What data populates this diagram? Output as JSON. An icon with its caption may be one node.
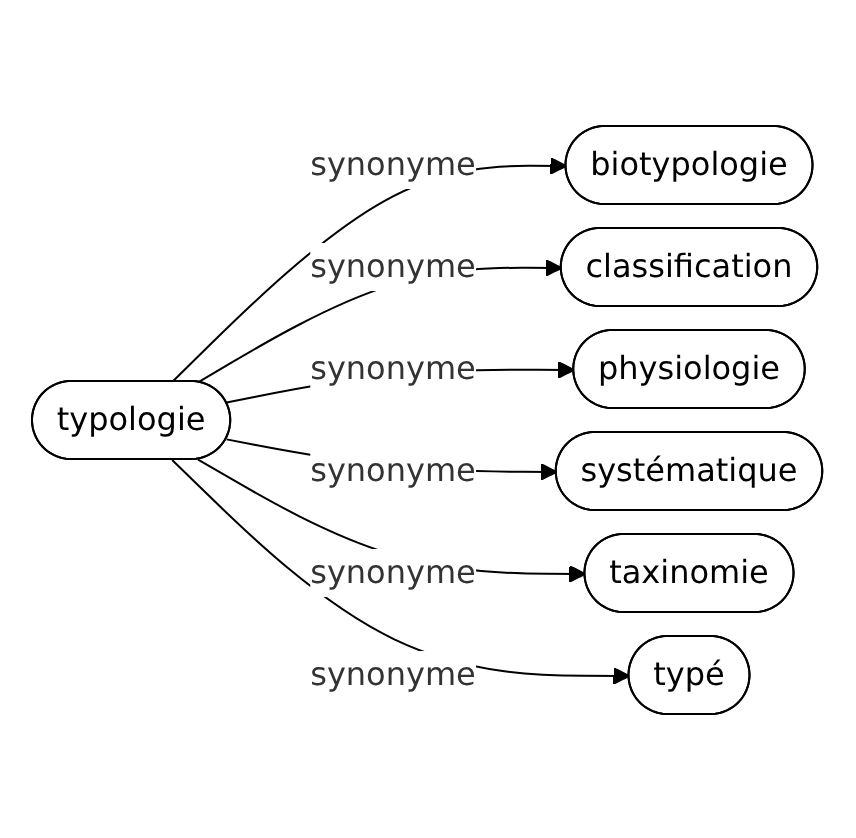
{
  "diagram": {
    "nodes": [
      {
        "text": [
          "typologie"
        ]
      },
      {
        "text": [
          "biotypologie"
        ]
      },
      {
        "text": [
          "classification"
        ]
      },
      {
        "text": [
          "physiologie"
        ]
      },
      {
        "text": [
          "systématique"
        ]
      },
      {
        "text": [
          "taxinomie"
        ]
      },
      {
        "text": [
          "typé"
        ]
      }
    ],
    "edges": [
      {
        "from": 0,
        "to": 1,
        "arrow": "to",
        "label": "synonyme"
      },
      {
        "from": 0,
        "to": 2,
        "arrow": "to",
        "label": "synonyme"
      },
      {
        "from": 0,
        "to": 3,
        "arrow": "to",
        "label": "synonyme"
      },
      {
        "from": 0,
        "to": 4,
        "arrow": "to",
        "label": "synonyme"
      },
      {
        "from": 0,
        "to": 5,
        "arrow": "to",
        "label": "synonyme"
      },
      {
        "from": 0,
        "to": 6,
        "arrow": "to",
        "label": "synonyme"
      }
    ]
  }
}
